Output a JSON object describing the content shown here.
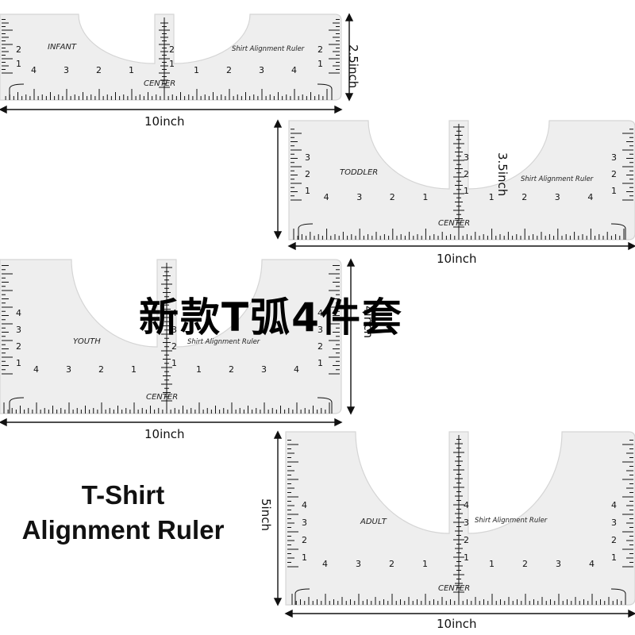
{
  "overlay_title": "新款T弧4件套",
  "brand": {
    "line1": "T-Shirt",
    "line2": "Alignment Ruler"
  },
  "rulers": [
    {
      "size_label": "INFANT",
      "brand_label": "Shirt Alignment Ruler",
      "center_label": "CENTER",
      "width_label": "10inch",
      "height_label": "2.5inch",
      "side_numbers": [
        "1",
        "2"
      ],
      "bottom_numbers": [
        "4",
        "3",
        "2",
        "1",
        "1",
        "2",
        "3",
        "4"
      ]
    },
    {
      "size_label": "TODDLER",
      "brand_label": "Shirt Alignment Ruler",
      "center_label": "CENTER",
      "width_label": "10inch",
      "height_label": "3.5inch",
      "side_numbers": [
        "1",
        "2",
        "3"
      ],
      "bottom_numbers": [
        "4",
        "3",
        "2",
        "1",
        "1",
        "2",
        "3",
        "4"
      ]
    },
    {
      "size_label": "YOUTH",
      "brand_label": "Shirt Alignment Ruler",
      "center_label": "CENTER",
      "width_label": "10inch",
      "height_label": "4inch",
      "side_numbers": [
        "1",
        "2",
        "3",
        "4"
      ],
      "bottom_numbers": [
        "4",
        "3",
        "2",
        "1",
        "1",
        "2",
        "3",
        "4"
      ]
    },
    {
      "size_label": "ADULT",
      "brand_label": "Shirt Alignment Ruler",
      "center_label": "CENTER",
      "width_label": "10inch",
      "height_label": "5inch",
      "side_numbers": [
        "1",
        "2",
        "3",
        "4"
      ],
      "bottom_numbers": [
        "4",
        "3",
        "2",
        "1",
        "1",
        "2",
        "3",
        "4"
      ]
    }
  ],
  "colors": {
    "ruler_fill": "#eeeeee",
    "ruler_edge": "#d5d5d5",
    "ink": "#111111"
  }
}
